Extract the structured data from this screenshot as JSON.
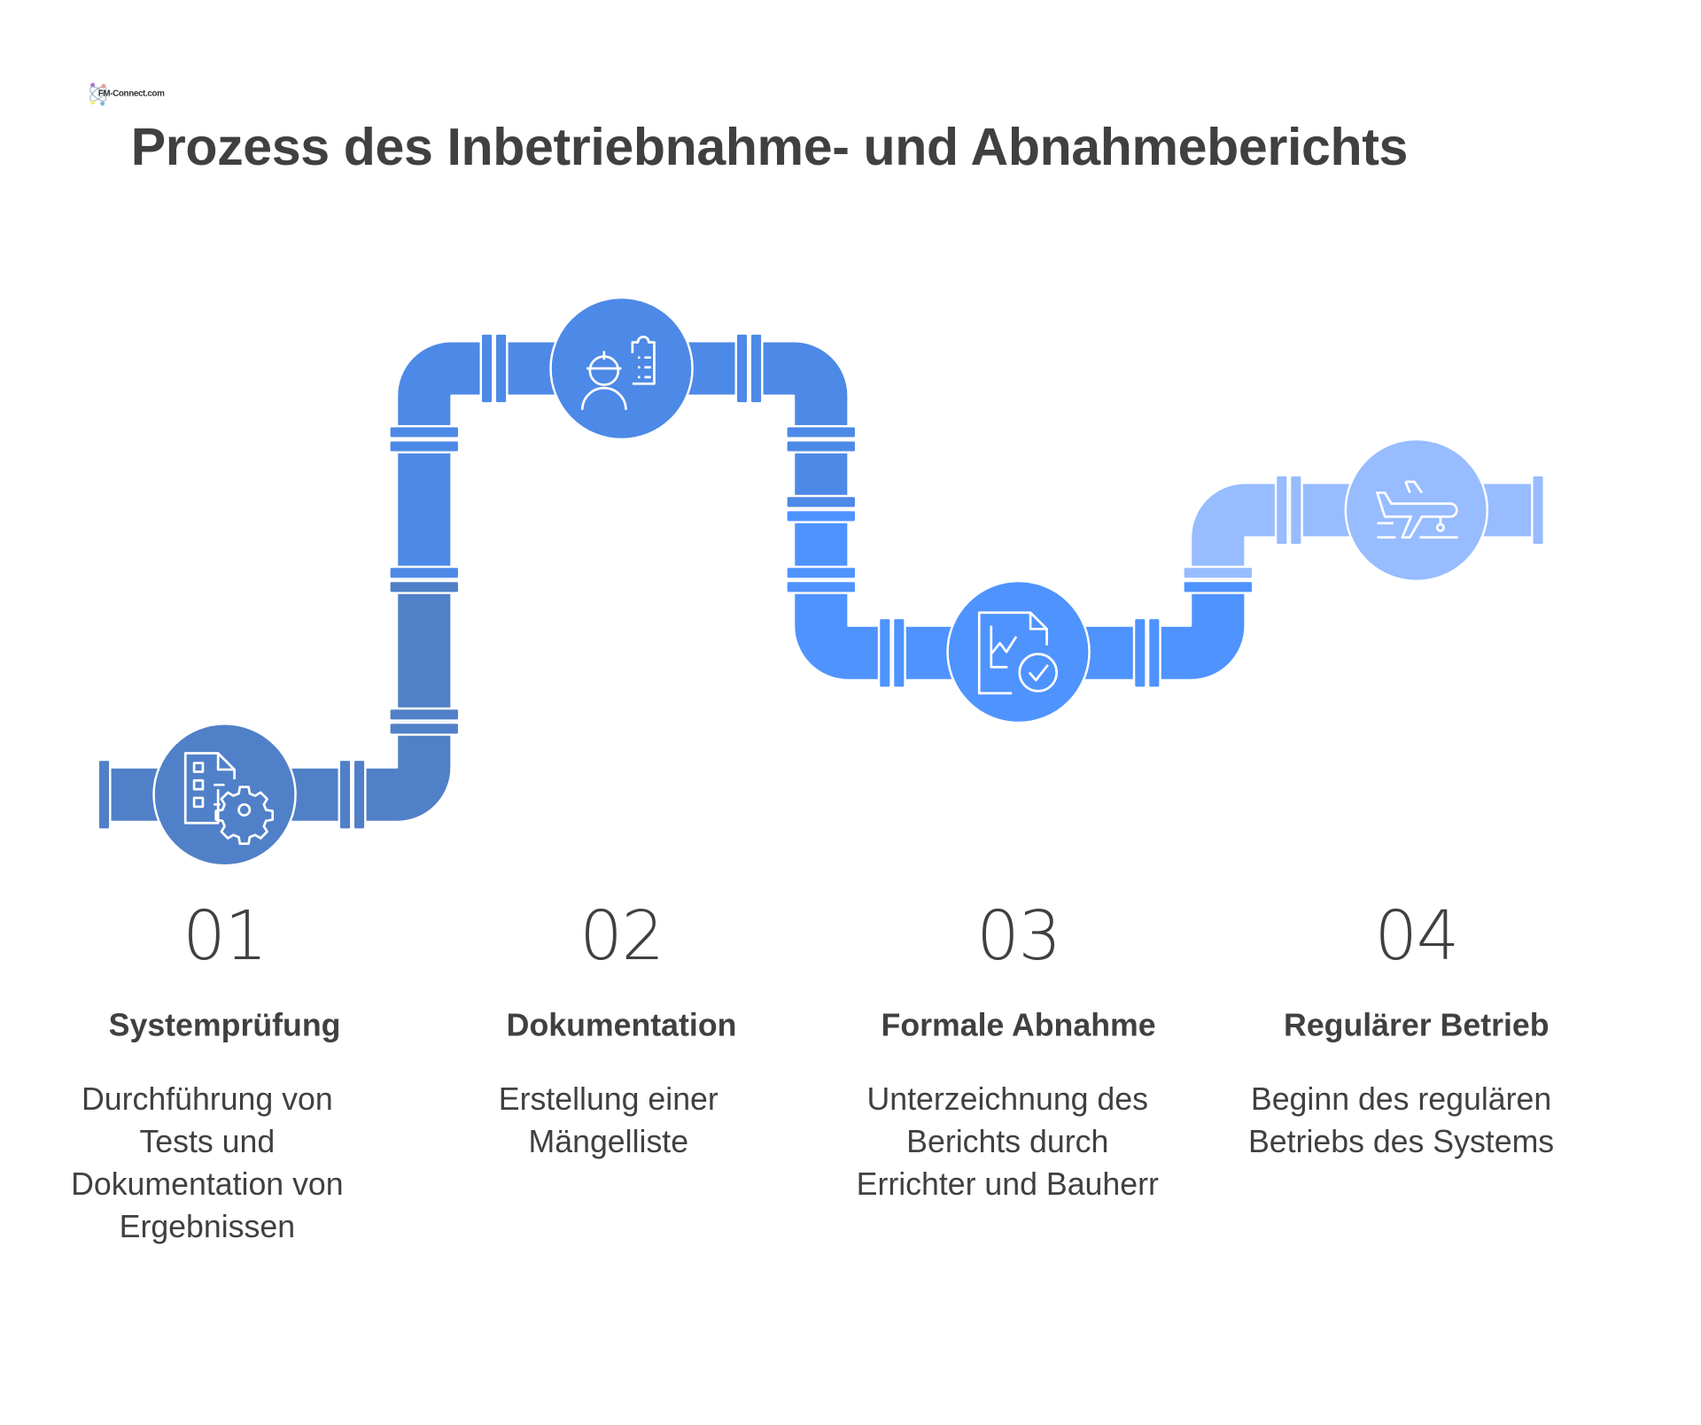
{
  "logo": {
    "text": "FM-Connect.com"
  },
  "title": "Prozess des Inbetriebnahme- und Abnahmeberichts",
  "colors": {
    "step1": "#5080C8",
    "step2": "#4D89E6",
    "step3": "#4F93FF",
    "step4": "#97BCFF",
    "text": "#404040"
  },
  "steps": [
    {
      "number": "01",
      "title": "Systemprüfung",
      "description": "Durchführung von Tests und Dokumentation von Ergebnissen",
      "icon": "checklist-gear-icon"
    },
    {
      "number": "02",
      "title": "Dokumentation",
      "description": "Erstellung einer Mängelliste",
      "icon": "worker-clipboard-icon"
    },
    {
      "number": "03",
      "title": "Formale Abnahme",
      "description": "Unterzeichnung des Berichts durch Errichter und Bauherr",
      "icon": "report-check-icon"
    },
    {
      "number": "04",
      "title": "Regulärer Betrieb",
      "description": "Beginn des regulären Betriebs des Systems",
      "icon": "airplane-takeoff-icon"
    }
  ]
}
